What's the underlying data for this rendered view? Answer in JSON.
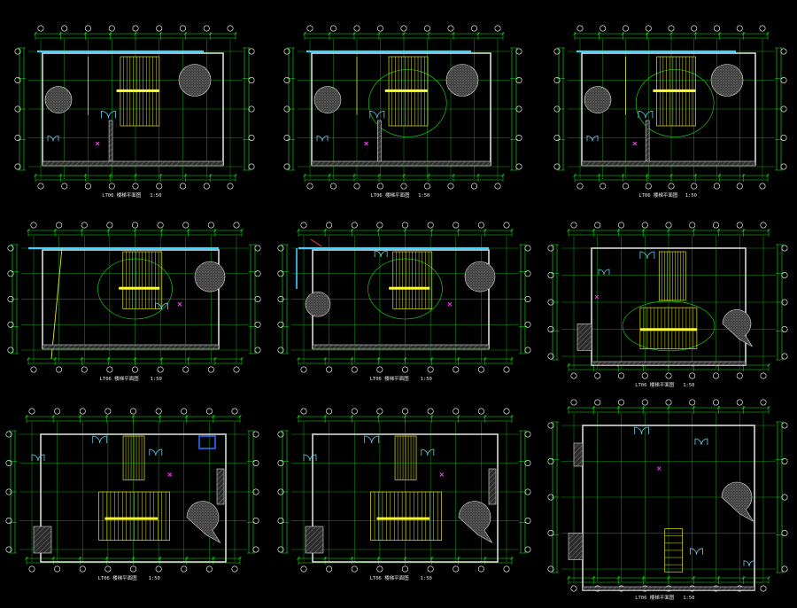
{
  "drawing": {
    "background": "#000000",
    "colors": {
      "dimension": "#19e619",
      "wall": "#d9d9d9",
      "stair": "#e6e619",
      "handrail": "#ffff33",
      "hatch": "#7d7d7d",
      "door": "#5fd0e8",
      "marker": "#ff40ff",
      "axis_bubble": "#ffffff",
      "slab_edge": "#3fd0ff",
      "highlight_box": "#2a6bff"
    },
    "plans": [
      {
        "caption": "LT06 楼梯平面图",
        "scale": "1:50"
      },
      {
        "caption": "LT06 楼梯平面图",
        "scale": "1:50"
      },
      {
        "caption": "LT06 楼梯平面图",
        "scale": "1:50"
      },
      {
        "caption": "LT06 楼梯平面图",
        "scale": "1:50"
      },
      {
        "caption": "LT06 楼梯平面图",
        "scale": "1:50"
      },
      {
        "caption": "LT06 楼梯平面图",
        "scale": "1:50"
      },
      {
        "caption": "LT06 楼梯平面图",
        "scale": "1:50"
      },
      {
        "caption": "LT06 楼梯平面图",
        "scale": "1:50"
      },
      {
        "caption": "LT06 楼梯平面图",
        "scale": "1:50"
      }
    ]
  }
}
